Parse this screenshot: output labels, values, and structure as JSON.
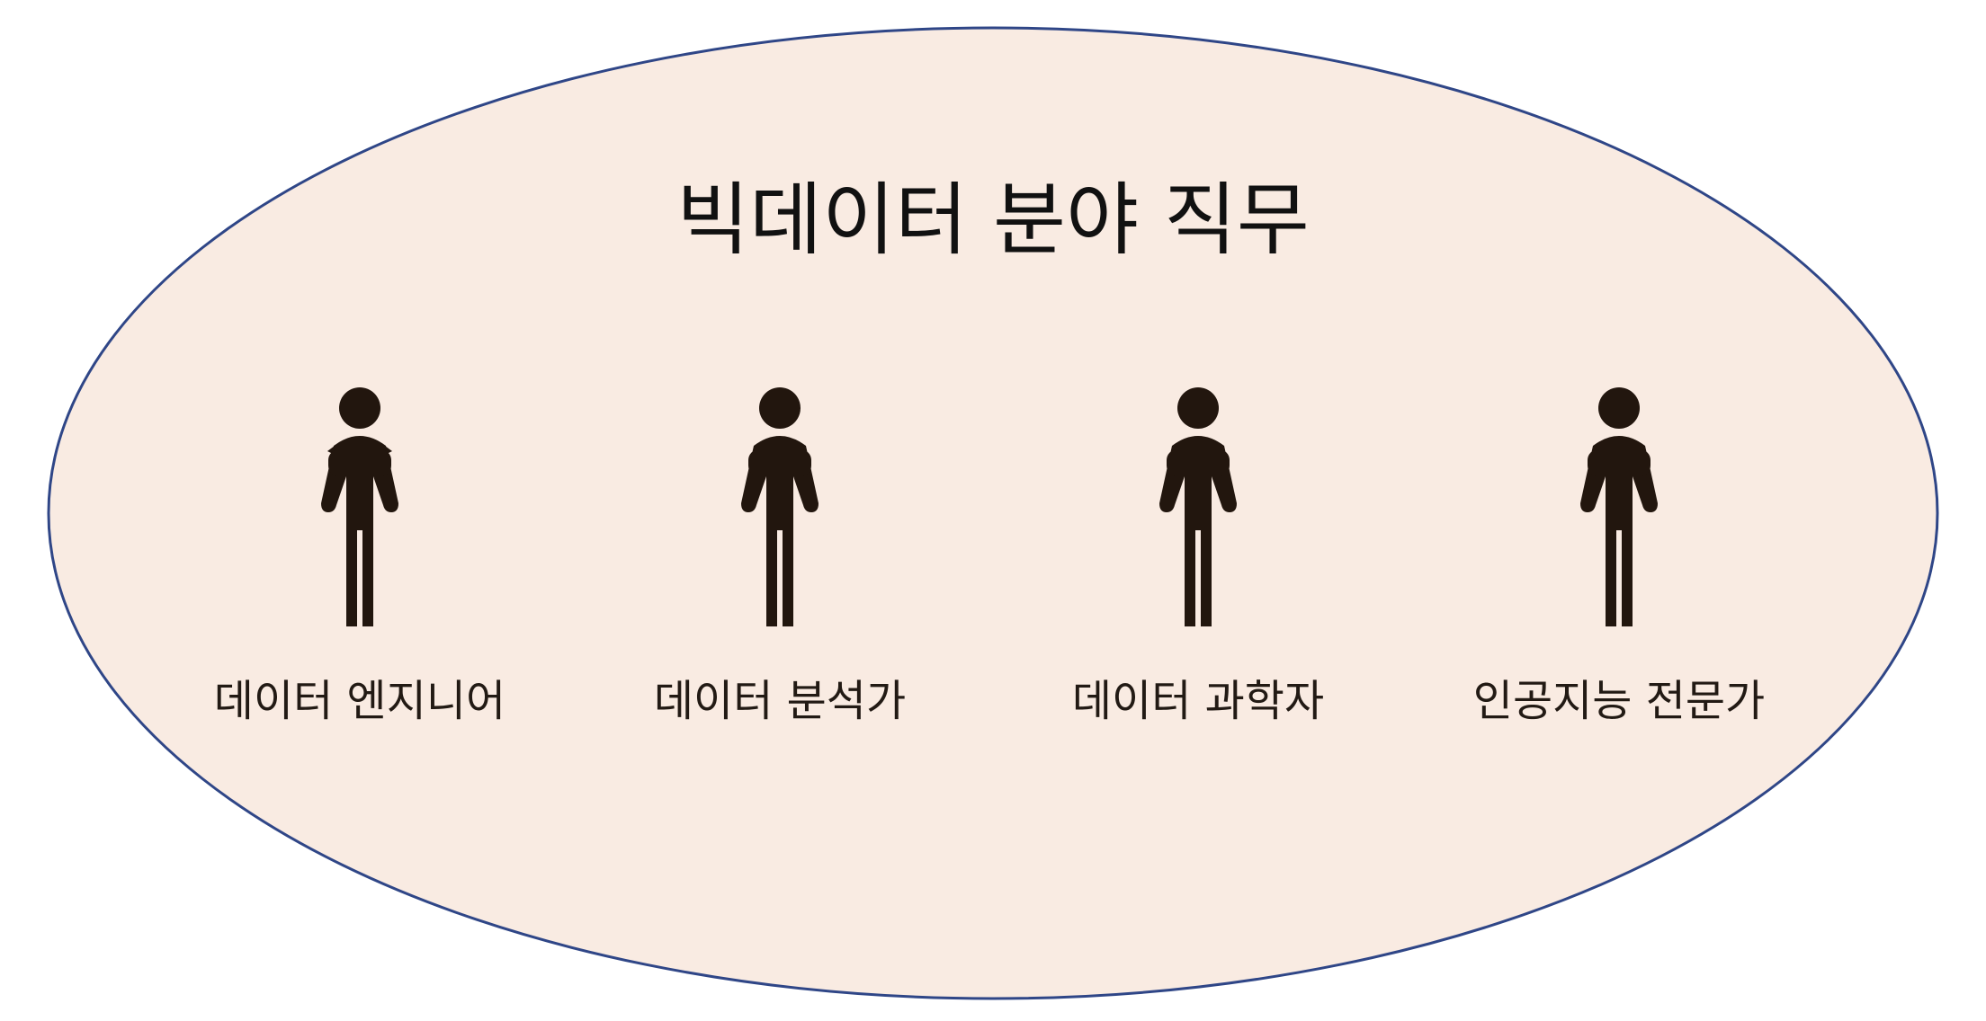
{
  "title": "빅데이터 분야 직무",
  "roles": [
    {
      "label": "데이터 엔지니어",
      "icon": "person-icon"
    },
    {
      "label": "데이터 분석가",
      "icon": "person-icon"
    },
    {
      "label": "데이터 과학자",
      "icon": "person-icon"
    },
    {
      "label": "인공지능 전문가",
      "icon": "person-icon"
    }
  ],
  "colors": {
    "ellipse_fill": "#f9ebe2",
    "ellipse_stroke": "#2f4687",
    "figure": "#22160e",
    "text": "#111111"
  }
}
